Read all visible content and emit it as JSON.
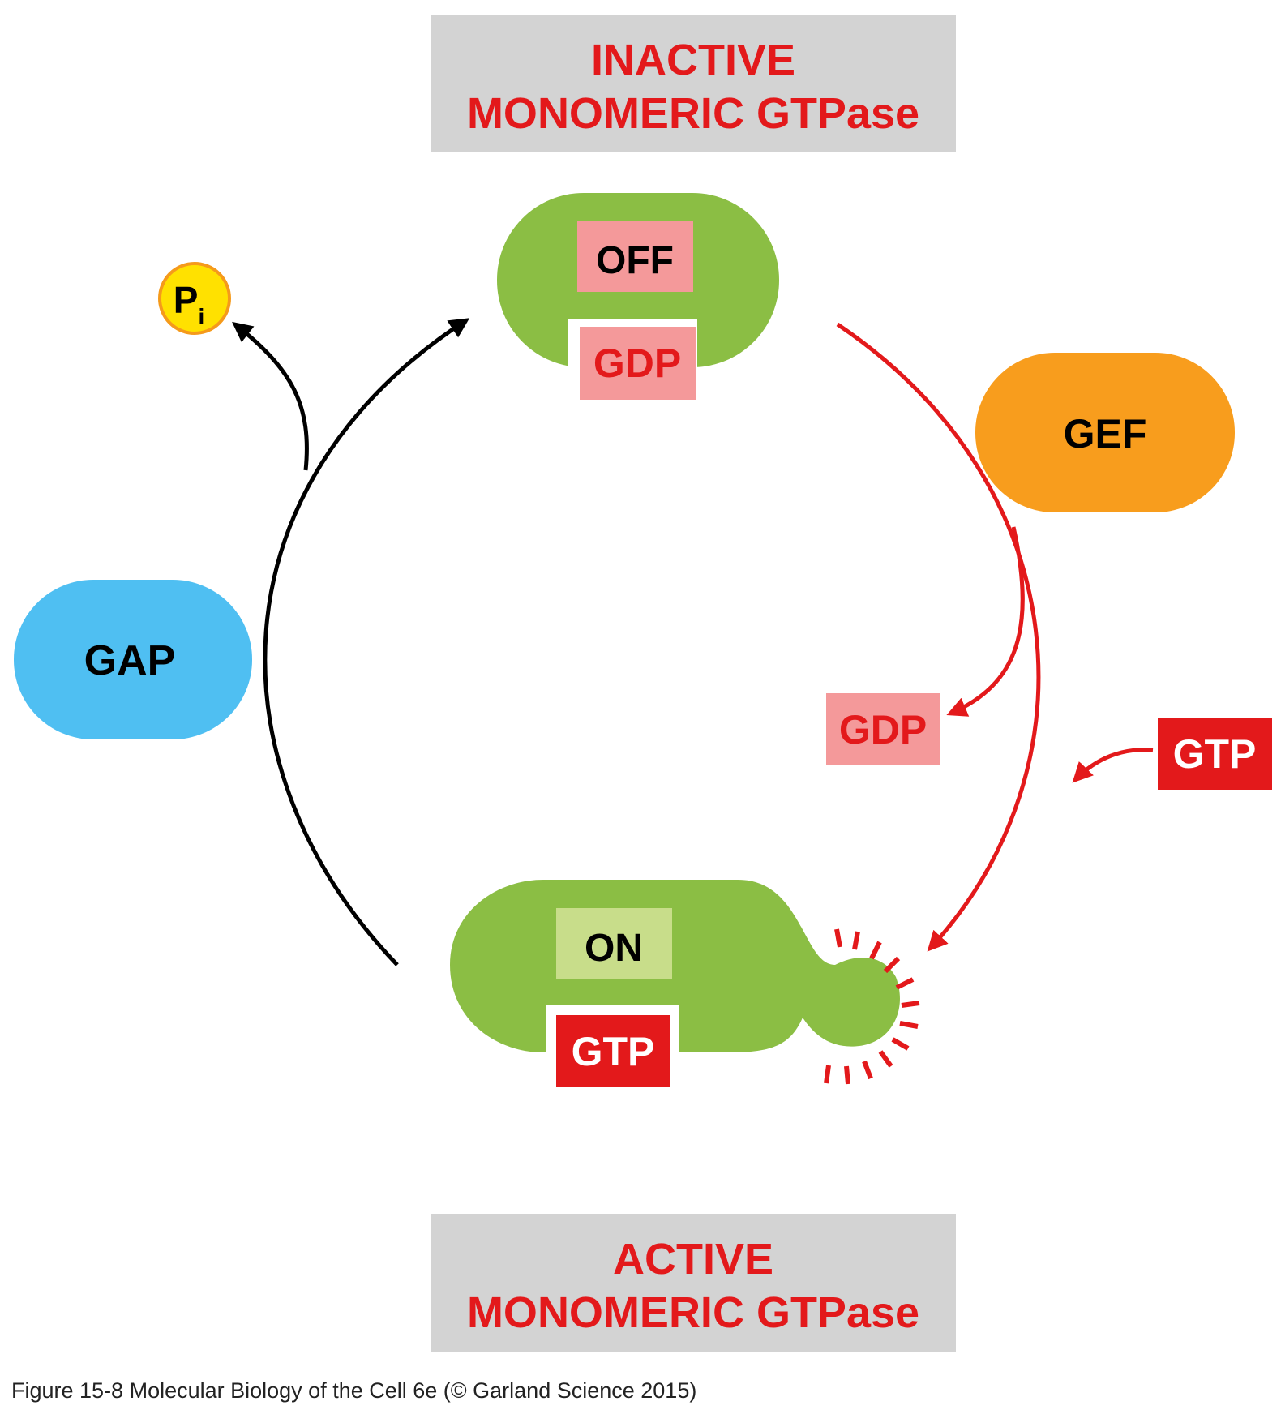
{
  "header": {
    "line1": "INACTIVE",
    "line2": "MONOMERIC GTPase"
  },
  "footer": {
    "line1": "ACTIVE",
    "line2": "MONOMERIC GTPase"
  },
  "inactive_protein": {
    "state_label": "OFF",
    "nucleotide_label": "GDP"
  },
  "active_protein": {
    "state_label": "ON",
    "nucleotide_label": "GTP"
  },
  "gef": {
    "label": "GEF"
  },
  "gap": {
    "label": "GAP"
  },
  "released_gdp": {
    "label": "GDP"
  },
  "incoming_gtp": {
    "label": "GTP"
  },
  "phosphate": {
    "main": "P",
    "subscript": "i"
  },
  "caption": "Figure 15-8  Molecular Biology of the Cell 6e (© Garland Science 2015)",
  "colors": {
    "accent_red": "#e3191b",
    "title_box_gray": "#d3d3d3",
    "protein_green": "#8bbe44",
    "off_box": "#f4999a",
    "on_box": "#c8dd8a",
    "gef_orange": "#f89d1d",
    "gap_blue": "#4fbff2",
    "phosphate_yellow": "#ffe100"
  }
}
